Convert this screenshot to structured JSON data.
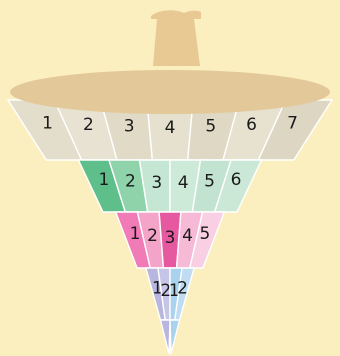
{
  "colors": {
    "background": "#fcefbf",
    "rim": "#e3c99a",
    "spout": "#e8c994",
    "band1": [
      "#e3ddcc",
      "#e8e2d2",
      "#e0dac7",
      "#e6e0cf",
      "#dfd8c4",
      "#e7e1d0",
      "#ddd6c2"
    ],
    "band2": [
      "#5fbf8a",
      "#8fd3ab",
      "#c4e6d2",
      "#cde9d8",
      "#c2e3cf",
      "#cbe8d7"
    ],
    "band3": [
      "#f07bb6",
      "#f4a3c9",
      "#e6589f",
      "#f6b9d6",
      "#f9d0e3"
    ],
    "band4": [
      "#b8b5df",
      "#c7c5e7",
      "#a9d2ef",
      "#bfdcf3"
    ]
  },
  "icons": {
    "spout": "funnel-spout-icon",
    "rim": "funnel-rim-icon"
  },
  "funnel": {
    "band1": {
      "labels": [
        "1",
        "2",
        "3",
        "4",
        "5",
        "6",
        "7"
      ]
    },
    "band2": {
      "labels": [
        "1",
        "2",
        "3",
        "4",
        "5",
        "6"
      ]
    },
    "band3": {
      "labels": [
        "1",
        "2",
        "3",
        "4",
        "5"
      ]
    },
    "band4": {
      "labels": [
        "1",
        "2",
        "1",
        "2"
      ]
    }
  }
}
